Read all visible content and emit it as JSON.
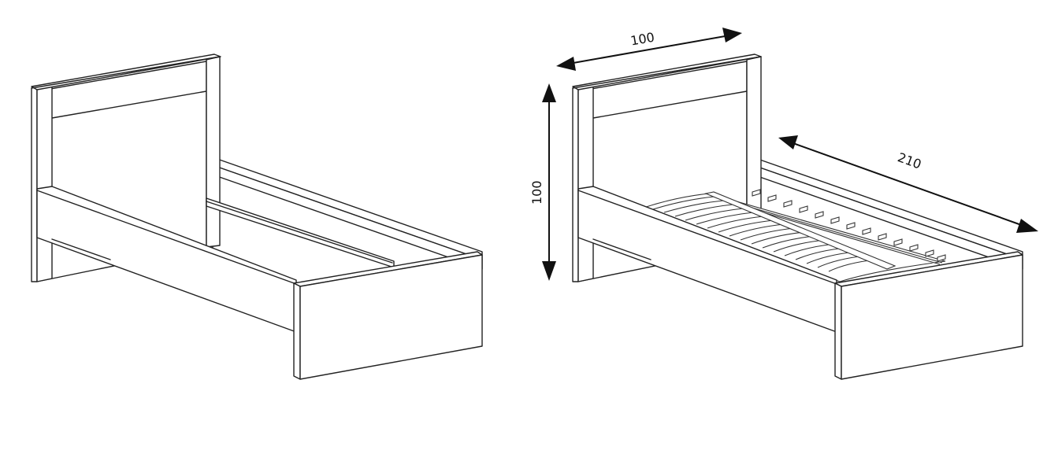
{
  "diagram": {
    "line_color": "#222222",
    "background_color": "#ffffff",
    "dimensions": {
      "width": "100",
      "height": "100",
      "length": "210"
    }
  }
}
